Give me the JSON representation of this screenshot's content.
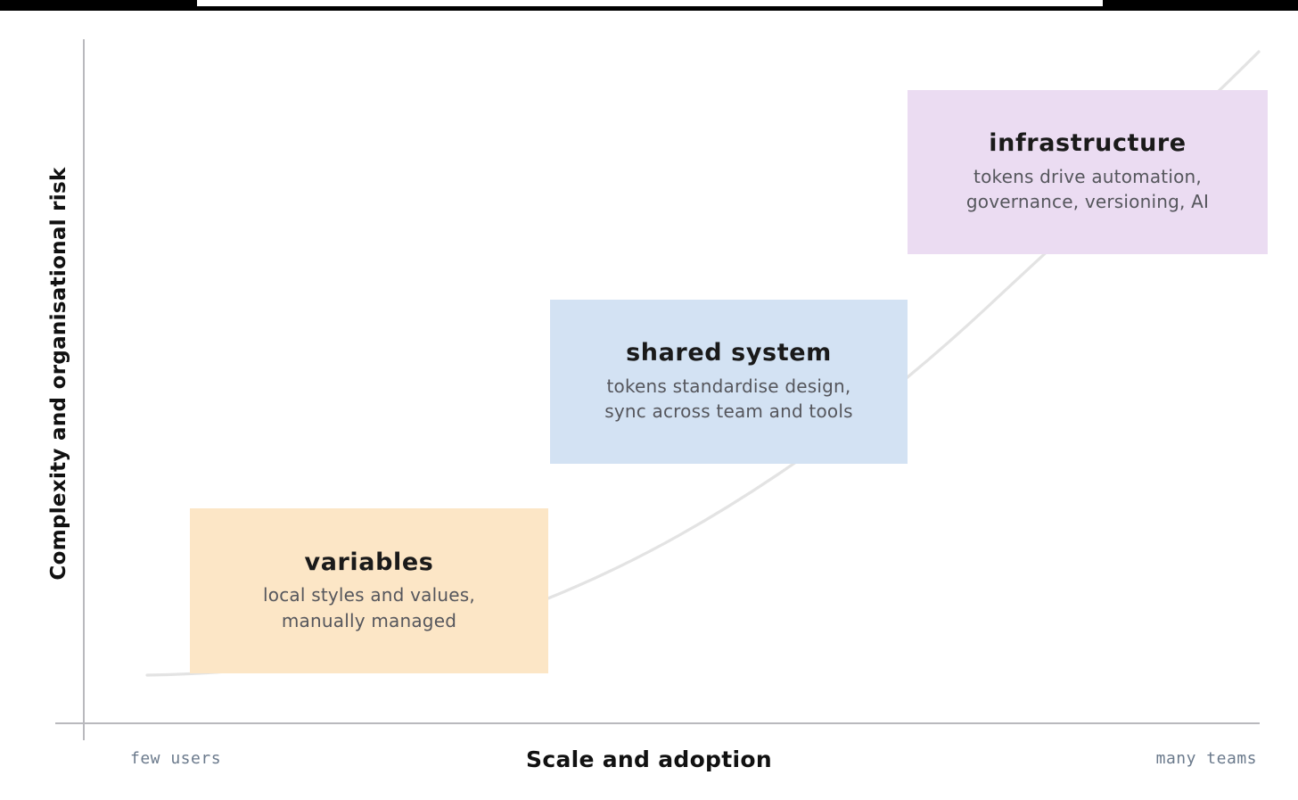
{
  "chart_data": {
    "type": "line",
    "title": "",
    "xlabel": "Scale and adoption",
    "ylabel": "Complexity and organisational risk",
    "x_tick_labels": [
      "few users",
      "many teams"
    ],
    "grid": false,
    "legend": "none",
    "curve_description": "exponential growth curve rising from bottom-left to top-right",
    "curve_points": [
      {
        "x": 0.05,
        "y": 0.04
      },
      {
        "x": 0.2,
        "y": 0.06
      },
      {
        "x": 0.35,
        "y": 0.12
      },
      {
        "x": 0.5,
        "y": 0.22
      },
      {
        "x": 0.65,
        "y": 0.38
      },
      {
        "x": 0.8,
        "y": 0.58
      },
      {
        "x": 0.9,
        "y": 0.76
      },
      {
        "x": 1.0,
        "y": 0.98
      }
    ],
    "stages": [
      {
        "id": "variables",
        "title": "variables",
        "description": "local styles and values,\nmanually managed",
        "color": "#FCE6C6",
        "x_position": 0.17,
        "y_position": 0.22
      },
      {
        "id": "shared-system",
        "title": "shared system",
        "description": "tokens standardise design,\nsync across team and tools",
        "color": "#D3E2F3",
        "x_position": 0.48,
        "y_position": 0.52
      },
      {
        "id": "infrastructure",
        "title": "infrastructure",
        "description": "tokens drive automation,\ngovernance, versioning, AI",
        "color": "#EBDCF2",
        "x_position": 0.82,
        "y_position": 0.82
      }
    ],
    "colors": {
      "axis": "#b9b9bd",
      "curve": "#e2e2e2",
      "title_text": "#1a1a1a",
      "body_text": "#55565c",
      "tick_text": "#6b7a8c",
      "background": "#ffffff",
      "top_strip": "#000000"
    }
  },
  "axes": {
    "y_label": "Complexity and organisational risk",
    "x_label": "Scale and adoption",
    "x_tick_low": "few users",
    "x_tick_high": "many teams"
  },
  "stages": [
    {
      "title": "variables",
      "description": "local styles and values,\nmanually managed"
    },
    {
      "title": "shared system",
      "description": "tokens standardise design,\nsync across team and tools"
    },
    {
      "title": "infrastructure",
      "description": "tokens drive automation,\ngovernance, versioning, AI"
    }
  ]
}
